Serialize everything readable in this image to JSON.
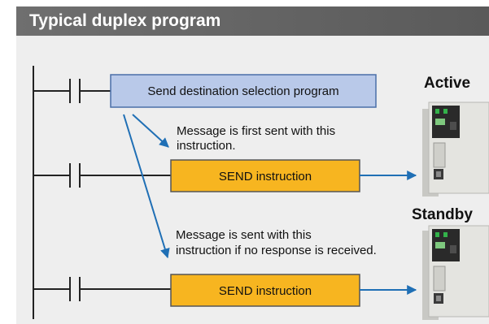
{
  "header": {
    "title": "Typical duplex program"
  },
  "boxes": {
    "destination_selection": "Send destination selection program",
    "send_instruction_1": "SEND instruction",
    "send_instruction_2": "SEND instruction"
  },
  "notes": {
    "first_line1": "Message is first sent with this",
    "first_line2": "instruction.",
    "second_line1": "Message is sent with this",
    "second_line2": "instruction if no response is received."
  },
  "devices": {
    "active_label": "Active",
    "standby_label": "Standby"
  },
  "colors": {
    "header_bg": "#666666",
    "panel_bg": "#eeeeee",
    "blue_box": "#b9c9e9",
    "orange_box": "#f7b520",
    "arrow": "#1f6fb5"
  }
}
